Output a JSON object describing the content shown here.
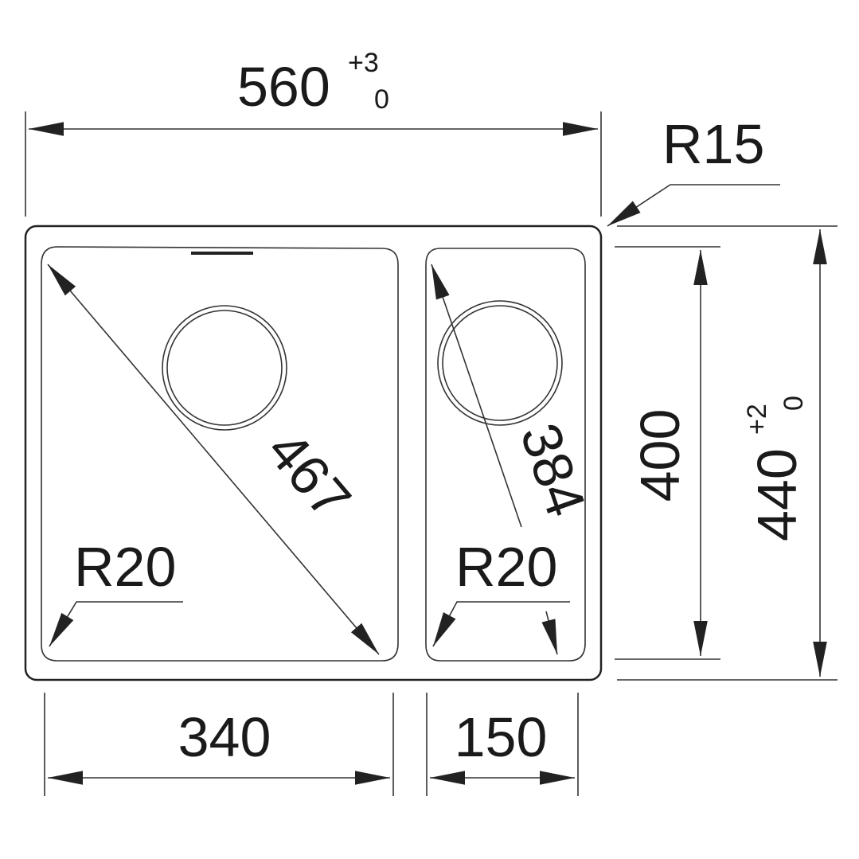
{
  "dimensions": {
    "overall_width": {
      "value": "560",
      "tol_upper": "+3",
      "tol_lower": "0"
    },
    "overall_height": {
      "value": "440",
      "tol_upper": "+2",
      "tol_lower": "0"
    },
    "bowl_height": "400",
    "corner_radius_outer": "R15",
    "large_bowl_width": "340",
    "small_bowl_width": "150",
    "large_bowl_diagonal": "467",
    "small_bowl_diagonal": "384",
    "large_bowl_corner_radius": "R20",
    "small_bowl_corner_radius": "R20"
  },
  "colors": {
    "line": "#222222",
    "background": "#ffffff"
  }
}
